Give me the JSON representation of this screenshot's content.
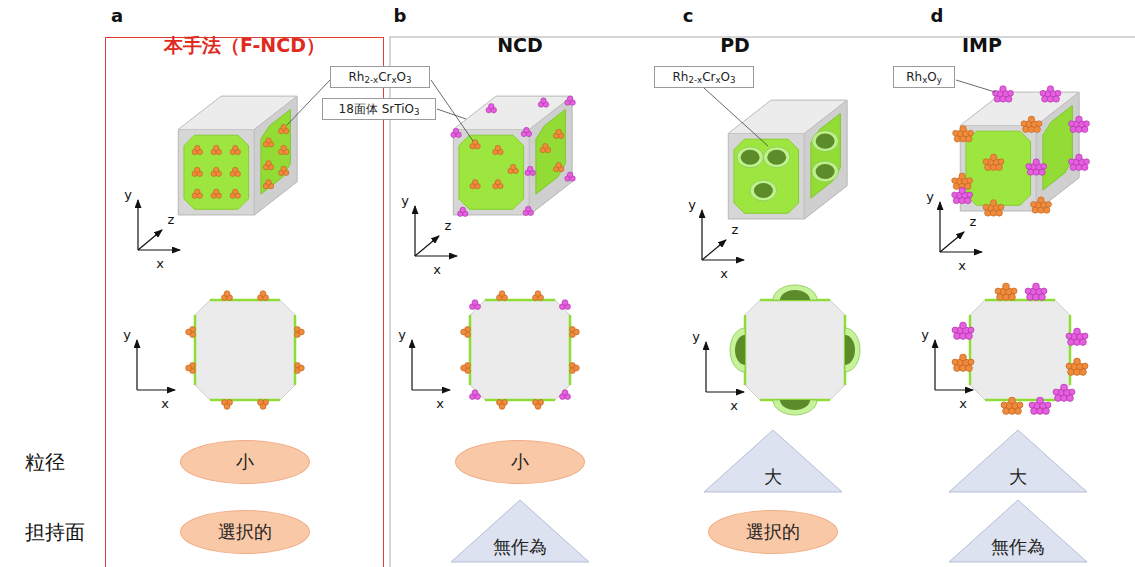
{
  "diagram": {
    "nodes": [
      {
        "text": [
          "本手法（F-NCD）"
        ]
      },
      {
        "text": [
          "Rh2-xCrxO3"
        ]
      },
      {
        "text": [
          "18面体 SrTiO3"
        ]
      },
      {
        "text": [
          "Rh2-xCrxO3"
        ]
      },
      {
        "text": [
          "RhxOy"
        ]
      },
      {
        "text": [
          "小"
        ],
        "in": 0
      },
      {
        "text": [
          "選択的"
        ],
        "in": 0
      },
      {
        "text": [
          "小"
        ]
      },
      {
        "text": [
          "無作為"
        ]
      },
      {
        "text": [
          "大"
        ]
      },
      {
        "text": [
          "選択的"
        ]
      },
      {
        "text": [
          "大"
        ]
      },
      {
        "text": [
          "無作為"
        ]
      }
    ],
    "labels": [
      "a",
      "b",
      "c",
      "d",
      "NCD",
      "PD",
      "IMP",
      "y",
      "z",
      "x",
      "y",
      "x",
      "y",
      "z",
      "x",
      "y",
      "x",
      "y",
      "z",
      "x",
      "y",
      "x",
      "y",
      "z",
      "x",
      "y",
      "x",
      "粒径",
      "担持面"
    ]
  }
}
